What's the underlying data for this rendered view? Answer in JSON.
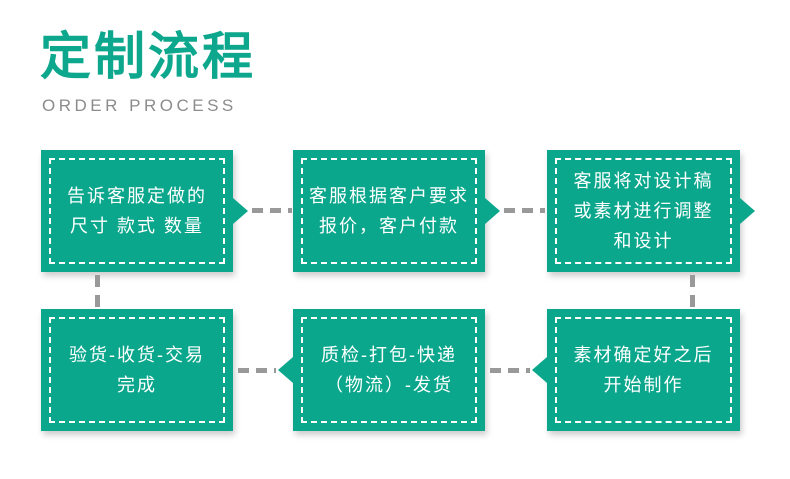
{
  "header": {
    "title": "定制流程",
    "subtitle": "ORDER PROCESS"
  },
  "colors": {
    "brand_green": "#0ba78c",
    "subtitle_gray": "#8c8c8c",
    "connector_gray": "#999999",
    "box_text": "#ffffff"
  },
  "flow": {
    "boxes": [
      {
        "step": 1,
        "lines": [
          "告诉客服定做的",
          "尺寸 款式 数量"
        ]
      },
      {
        "step": 2,
        "lines": [
          "客服根据客户要求",
          "报价，客户付款"
        ]
      },
      {
        "step": 3,
        "lines": [
          "客服将对设计稿",
          "或素材进行调整",
          "和设计"
        ]
      },
      {
        "step": 4,
        "lines": [
          "验货-收货-交易",
          "完成"
        ]
      },
      {
        "step": 5,
        "lines": [
          "质检-打包-快递",
          "（物流）-发货"
        ]
      },
      {
        "step": 6,
        "lines": [
          "素材确定好之后",
          "开始制作"
        ]
      }
    ],
    "connectors": [
      "step1-right-arrow",
      "step2-right-arrow",
      "step3-right-arrow",
      "step3-down-dash",
      "step6-left-arrow",
      "step5-left-arrow",
      "step4-up-dash"
    ]
  }
}
